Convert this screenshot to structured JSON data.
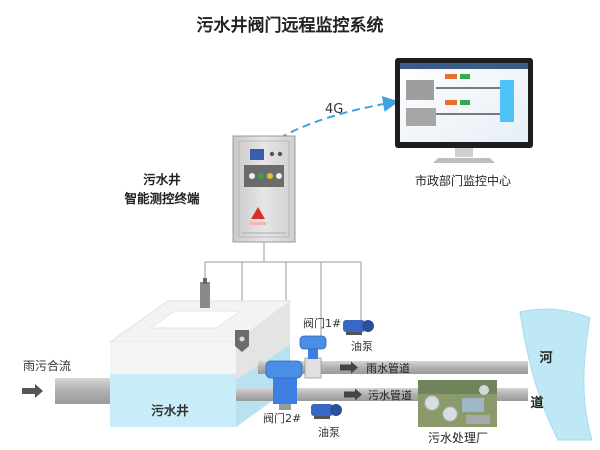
{
  "title": "污水井阀门远程监控系统",
  "terminal": {
    "line1": "污水井",
    "line2": "智能测控终端"
  },
  "signal": "4G",
  "monitor_caption": "市政部门监控中心",
  "inlet": "雨污合流",
  "well": "污水井",
  "valve1": "阀门1#",
  "valve2": "阀门2#",
  "pump": "油泵",
  "pipe_rain": "雨水管道",
  "pipe_sewage": "污水管道",
  "plant": "污水处理厂",
  "river": [
    "河",
    "道"
  ],
  "colors": {
    "water": "#c8ecf8",
    "river": "#bfe8f6",
    "pipe": "#b3b3b3",
    "cabinet": "#dcdcdc",
    "signal_line": "#3fa3e0",
    "valve_blue": "#3d7fe0"
  }
}
